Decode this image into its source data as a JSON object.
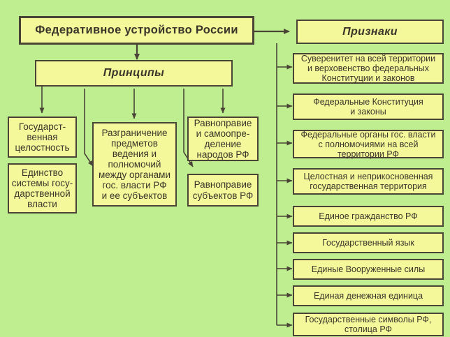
{
  "diagram": {
    "title": "Федеративное устройство России",
    "left_branch": {
      "header": "Принципы",
      "nodes": [
        {
          "text": "Государст-\nвенная\nцелостность"
        },
        {
          "text": "Единство\nсистемы госу-\nдарственной\nвласти"
        },
        {
          "text": "Разграничение\nпредметов\nведения и\nполномочий\nмежду органами\nгос. власти РФ\nи ее субъектов"
        },
        {
          "text": "Равноправие\nи самоопре-\nделение\nнародов РФ"
        },
        {
          "text": "Равноправие\nсубъектов РФ"
        }
      ]
    },
    "right_branch": {
      "header": "Признаки",
      "nodes": [
        {
          "text": "Суверенитет на всей территории\nи верховенство федеральных\nКонституции и законов"
        },
        {
          "text": "Федеральные Конституция\nи законы"
        },
        {
          "text": "Федеральные органы гос. власти\nс полномочиями на всей\nтерритории РФ"
        },
        {
          "text": "Целостная и неприкосновенная\nгосударственная территория"
        },
        {
          "text": "Единое гражданство РФ"
        },
        {
          "text": "Государственный язык"
        },
        {
          "text": "Единые Вооруженные силы"
        },
        {
          "text": "Единая денежная единица"
        },
        {
          "text": "Государственные символы РФ,\nстолица РФ"
        }
      ]
    },
    "colors": {
      "background": "#bfee90",
      "box_fill": "#f4f89a",
      "box_border": "#4a4436",
      "text": "#3a352b"
    }
  }
}
